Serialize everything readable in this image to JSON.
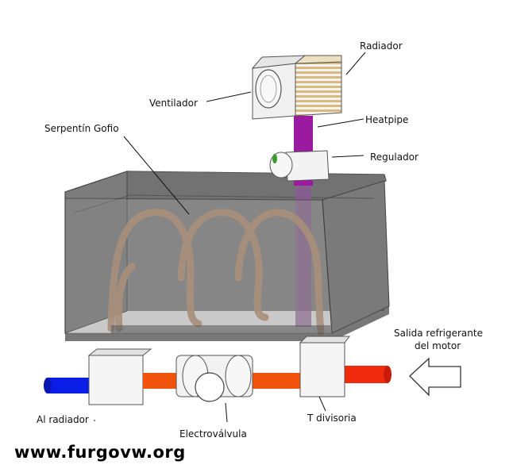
{
  "labels": {
    "radiador": "Radiador",
    "ventilador": "Ventilador",
    "heatpipe": "Heatpipe",
    "serpentin": "Serpentín Gofio",
    "regulador": "Regulador",
    "salida_line1": "Salida refrigerante",
    "salida_line2": "del motor",
    "al_radiador": "Al radiador",
    "t_divisoria": "T divisoria",
    "electrovalvula": "Electroválvula"
  },
  "watermark": "www.furgovw.org",
  "colors": {
    "pipe_blue": "#0a1ee8",
    "pipe_red": "#f02a0c",
    "pipe_orange": "#f2540e",
    "heatpipe": "#9a1aa0",
    "coil": "#c79468",
    "tank_fill": "#7a7a7a",
    "fins": "#e0c48a"
  }
}
